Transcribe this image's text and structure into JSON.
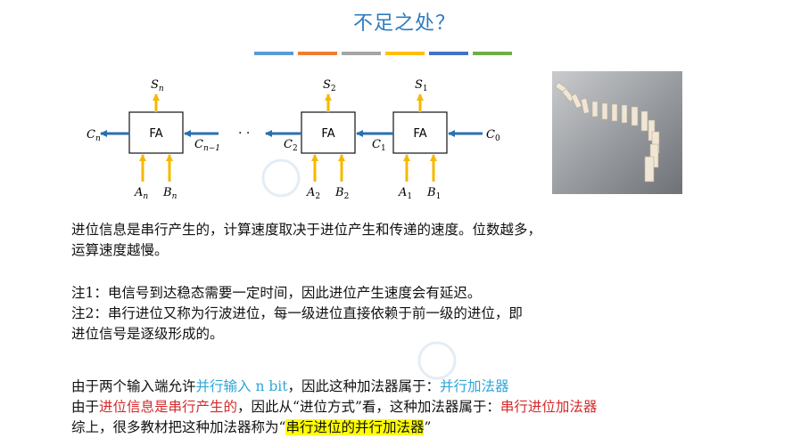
{
  "title": "不足之处？",
  "colors": {
    "title": "#2f7bbf",
    "bars": [
      "#5b9bd5",
      "#ed7d31",
      "#a5a5a5",
      "#ffc000",
      "#4472c4",
      "#70ad47"
    ],
    "carry_arrow": "#2a6fb0",
    "input_arrow": "#f5b800",
    "highlight": "#ffff00"
  },
  "diagram": {
    "fa_label": "FA",
    "ellipsis": "· ·",
    "outputs": {
      "sn": {
        "base": "S",
        "sub": "n"
      },
      "s2": {
        "base": "S",
        "sub": "2"
      },
      "s1": {
        "base": "S",
        "sub": "1"
      }
    },
    "carries": {
      "cn": {
        "base": "C",
        "sub": "n"
      },
      "cn1": {
        "base": "C",
        "sub": "n−1"
      },
      "c2": {
        "base": "C",
        "sub": "2"
      },
      "c1": {
        "base": "C",
        "sub": "1"
      },
      "c0": {
        "base": "C",
        "sub": "0"
      }
    },
    "inputs": {
      "an": {
        "base": "A",
        "sub": "n"
      },
      "bn": {
        "base": "B",
        "sub": "n"
      },
      "a2": {
        "base": "A",
        "sub": "2"
      },
      "b2": {
        "base": "B",
        "sub": "2"
      },
      "a1": {
        "base": "A",
        "sub": "1"
      },
      "b1": {
        "base": "B",
        "sub": "1"
      }
    }
  },
  "text": {
    "p1_line1": "进位信息是串行产生的，计算速度取决于进位产生和传递的速度。位数越多，",
    "p1_line2": "运算速度越慢。",
    "note1": "注1：电信号到达稳态需要一定时间，因此进位产生速度会有延迟。",
    "note2_line1": "注2：串行进位又称为行波进位，每一级进位直接依赖于前一级的进位，即",
    "note2_line2": "进位信号是逐级形成的。",
    "line_a_1": "由于两个输入端允许",
    "line_a_2": "并行输入 n bit",
    "line_a_3": "，因此这种加法器属于：",
    "line_a_4": "并行加法器",
    "line_b_1": "由于",
    "line_b_2": "进位信息是串行产生的",
    "line_b_3": "，因此从“进位方式”看，这种加法器属于：",
    "line_b_4": "串行进位加法器",
    "line_c_1": "综上，很多教材把这种加法器称为“",
    "line_c_2": "串行进位的并行加法器",
    "line_c_3": "”"
  }
}
